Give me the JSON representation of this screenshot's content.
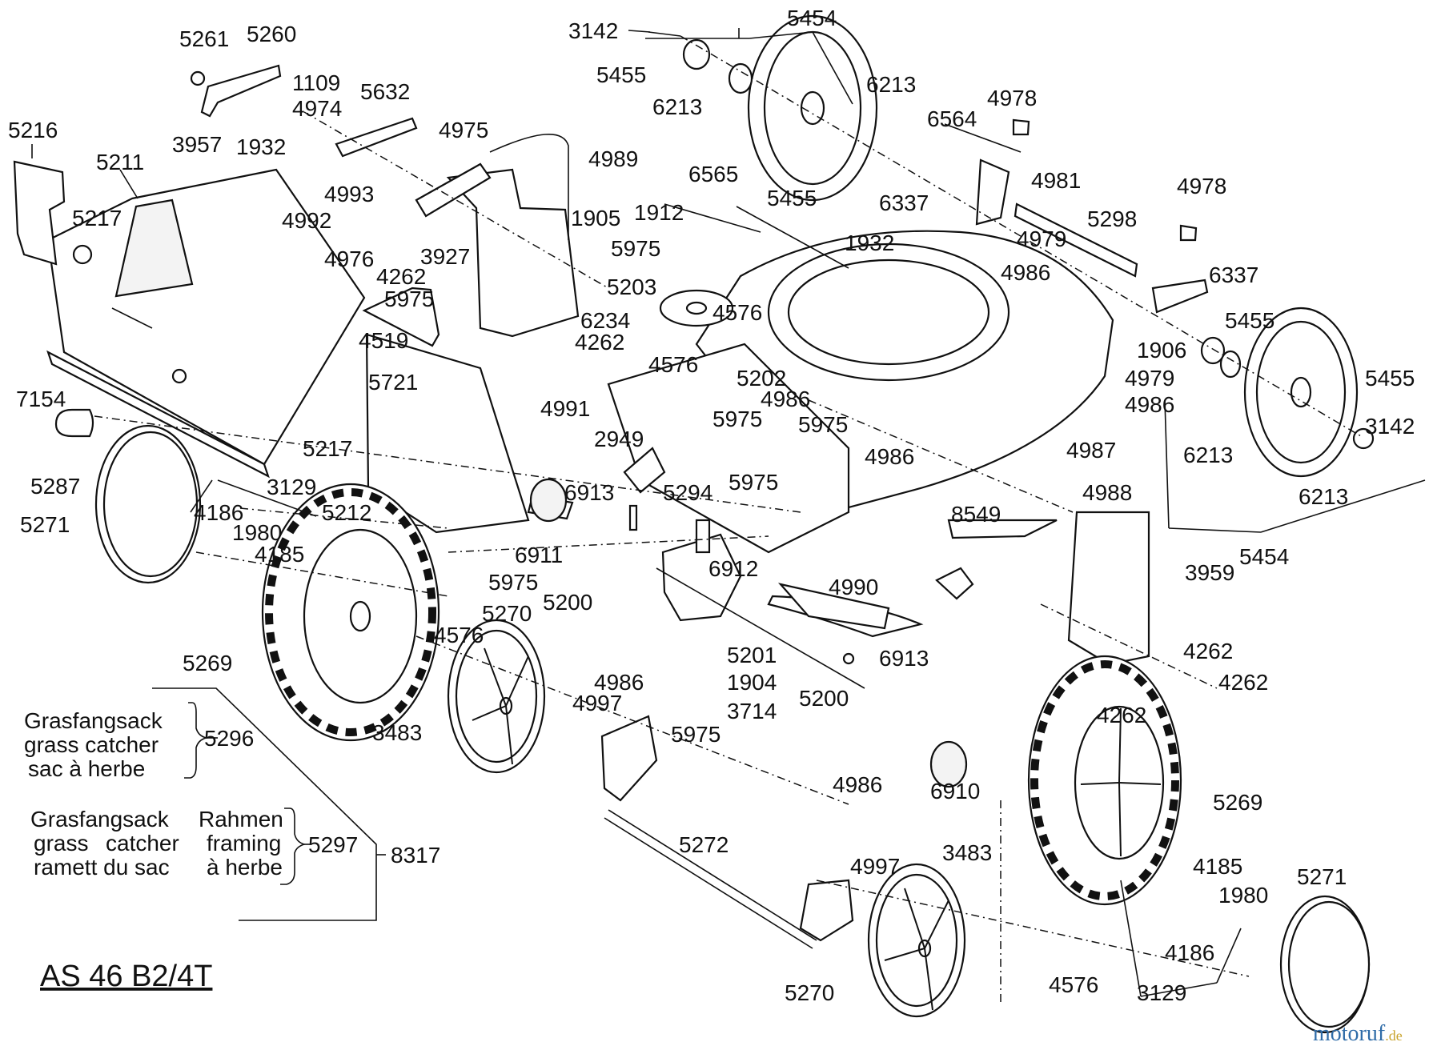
{
  "model_title": "AS 46 B2/4T",
  "watermark": {
    "text_main": "motoruf",
    "text_suffix": ".de",
    "color_main": "#2f6ca8",
    "color_suffix": "#c8a22a"
  },
  "legend": {
    "grass_catcher": {
      "lines": [
        "Grasfangsack",
        "grass catcher",
        "sac à herbe"
      ],
      "part_no": "5296"
    },
    "grass_catcher_frame": {
      "lines_left": [
        "Grasfangsack",
        "grass",
        "ramett du sac"
      ],
      "lines_mid": [
        "",
        "catcher",
        ""
      ],
      "lines_right": [
        "Rahmen",
        "framing",
        "à herbe"
      ],
      "part_no": "5297"
    },
    "group_no": "8317"
  },
  "callouts": [
    "5261",
    "5260",
    "1109",
    "4974",
    "3957",
    "1932",
    "5632",
    "5216",
    "5211",
    "5217",
    "4993",
    "4992",
    "4976",
    "4975",
    "4989",
    "3142",
    "5455",
    "6213",
    "5454",
    "6213",
    "5455",
    "6565",
    "1905",
    "1912",
    "3927",
    "5975",
    "4262",
    "5975",
    "5203",
    "6234",
    "4576",
    "4262",
    "4576",
    "4519",
    "5721",
    "5217",
    "7154",
    "5287",
    "5212",
    "3129",
    "4186",
    "1980",
    "4185",
    "5271",
    "5269",
    "6564",
    "4978",
    "4981",
    "6337",
    "4979",
    "1932",
    "4986",
    "5298",
    "4978",
    "6337",
    "5455",
    "1906",
    "4979",
    "4986",
    "5455",
    "3142",
    "6213",
    "6213",
    "5454",
    "5202",
    "4986",
    "5975",
    "4991",
    "2949",
    "5975",
    "4986",
    "5975",
    "5294",
    "6913",
    "6911",
    "5975",
    "4987",
    "4988",
    "8549",
    "3959",
    "6912",
    "4990",
    "6913",
    "5200",
    "5270",
    "4576",
    "4986",
    "5201",
    "1904",
    "3714",
    "4997",
    "3483",
    "5975",
    "5200",
    "4986",
    "6910",
    "4262",
    "4262",
    "4262",
    "5269",
    "3483",
    "4185",
    "1980",
    "4186",
    "5271",
    "5272",
    "4997",
    "3129",
    "5270",
    "4576"
  ]
}
